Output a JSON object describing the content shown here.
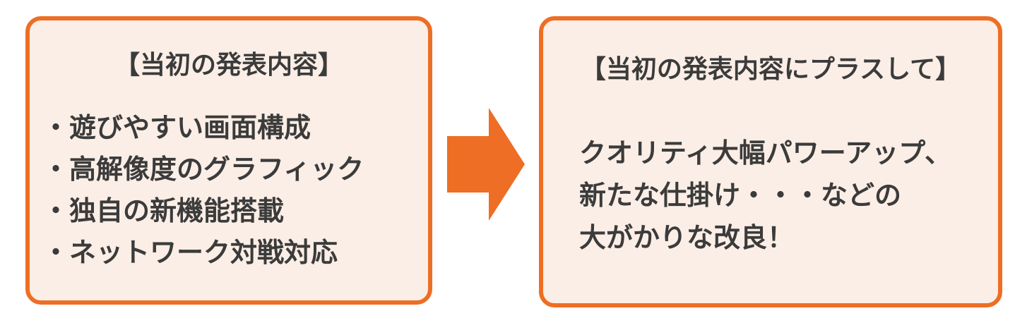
{
  "colors": {
    "accent_orange": "#ED6E24",
    "box_fill": "#FBEEE6",
    "text_color": "#3B3B3B",
    "page_background": "#FFFFFF"
  },
  "left_box": {
    "title": "【当初の発表内容】",
    "items": [
      "・遊びやすい画面構成",
      "・高解像度のグラフィック",
      "・独自の新機能搭載",
      "・ネットワーク対戦対応"
    ]
  },
  "arrow": {
    "icon": "right-block-arrow"
  },
  "right_box": {
    "title": "【当初の発表内容にプラスして】",
    "lines": [
      "クオリティ大幅パワーアップ、",
      "新たな仕掛け・・・などの",
      "大がかりな改良！"
    ]
  }
}
